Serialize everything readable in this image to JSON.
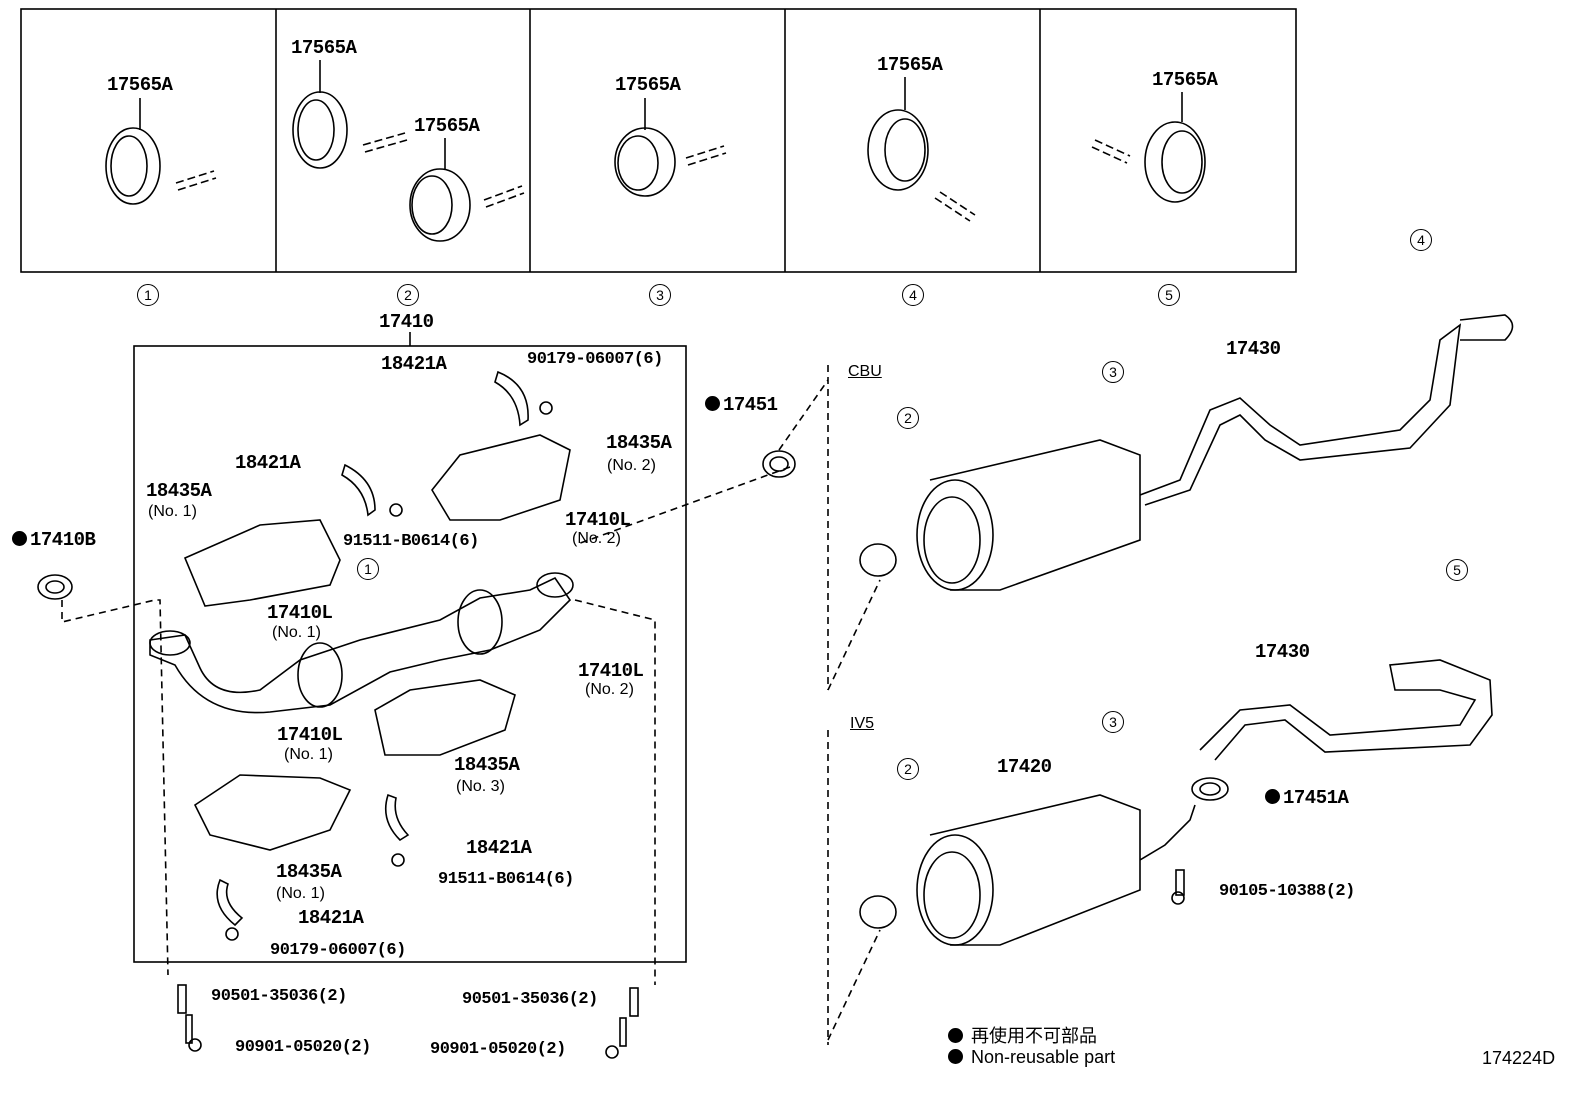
{
  "hanger_panels": [
    {
      "index": "1",
      "labels": [
        "17565A"
      ]
    },
    {
      "index": "2",
      "labels": [
        "17565A",
        "17565A"
      ]
    },
    {
      "index": "3",
      "labels": [
        "17565A"
      ]
    },
    {
      "index": "4",
      "labels": [
        "17565A"
      ]
    },
    {
      "index": "5",
      "labels": [
        "17565A"
      ]
    }
  ],
  "front_assembly": {
    "title": "17410",
    "labels": {
      "bracket_top": "18421A",
      "nut_top": "90179-06007(6)",
      "shield_no2": "18435A",
      "shield_no2_sub": "(No. 2)",
      "bracket_mid": "18421A",
      "shield_no1": "18435A",
      "shield_no1_sub": "(No. 1)",
      "bolt_mid": "91511-B0614(6)",
      "clamp_no2a": "17410L",
      "clamp_no2a_sub": "(No. 2)",
      "hanger_ref": "1",
      "clamp_no1a": "17410L",
      "clamp_no1a_sub": "(No. 1)",
      "clamp_no2b": "17410L",
      "clamp_no2b_sub": "(No. 2)",
      "clamp_no1b": "17410L",
      "clamp_no1b_sub": "(No. 1)",
      "shield_no3": "18435A",
      "shield_no3_sub": "(No. 3)",
      "bracket_low_right": "18421A",
      "bolt_low": "91511-B0614(6)",
      "shield_no1b": "18435A",
      "shield_no1b_sub": "(No. 1)",
      "bracket_low_left": "18421A",
      "nut_low": "90179-06007(6)"
    },
    "gasket_left": "17410B",
    "gasket_right": "17451",
    "spring_left": "90501-35036(2)",
    "bolt_left": "90901-05020(2)",
    "spring_right": "90501-35036(2)",
    "bolt_right": "90901-05020(2)"
  },
  "cbu": {
    "variant": "CBU",
    "hanger_refs": [
      "4",
      "3",
      "2"
    ],
    "tailpipe": "17430"
  },
  "iv5": {
    "variant": "IV5",
    "hanger_refs": [
      "5",
      "3",
      "2"
    ],
    "tailpipe": "17430",
    "muffler": "17420",
    "gasket": "17451A",
    "bolt": "90105-10388(2)"
  },
  "legend": {
    "jp": "再使用不可部品",
    "en": "Non-reusable part"
  },
  "diagram_code": "174224D"
}
